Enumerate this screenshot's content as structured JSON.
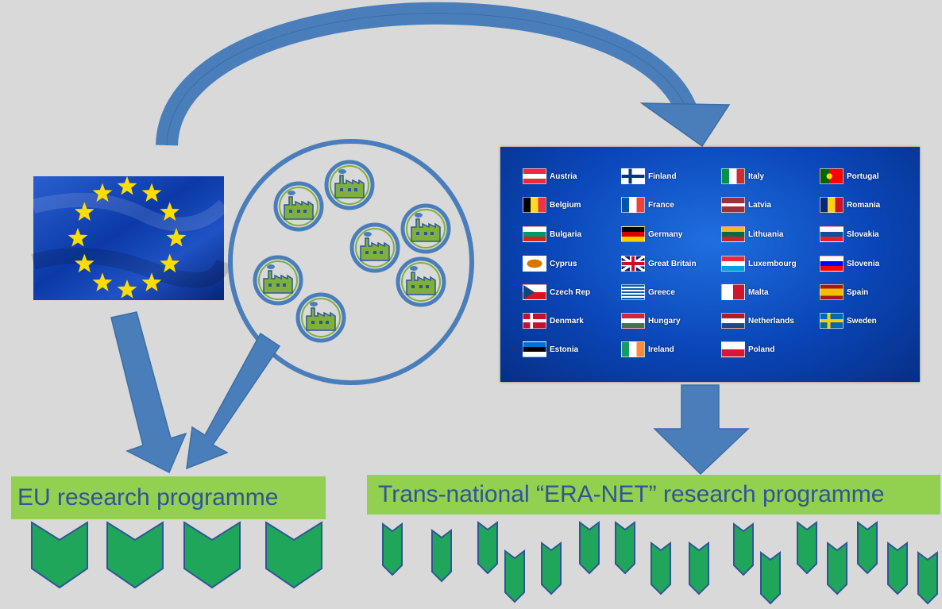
{
  "labels": {
    "eu_programme": "EU research programme",
    "era_net_programme": "Trans-national “ERA-NET” research programme"
  },
  "countries": [
    {
      "name": "Austria",
      "flag": "austria"
    },
    {
      "name": "Belgium",
      "flag": "belgium"
    },
    {
      "name": "Bulgaria",
      "flag": "bulgaria"
    },
    {
      "name": "Cyprus",
      "flag": "cyprus"
    },
    {
      "name": "Czech Rep",
      "flag": "czech"
    },
    {
      "name": "Denmark",
      "flag": "denmark"
    },
    {
      "name": "Estonia",
      "flag": "estonia"
    },
    {
      "name": "Finland",
      "flag": "finland"
    },
    {
      "name": "France",
      "flag": "france"
    },
    {
      "name": "Germany",
      "flag": "germany"
    },
    {
      "name": "Great Britain",
      "flag": "gb"
    },
    {
      "name": "Greece",
      "flag": "greece"
    },
    {
      "name": "Hungary",
      "flag": "hungary"
    },
    {
      "name": "Ireland",
      "flag": "ireland"
    },
    {
      "name": "Italy",
      "flag": "italy"
    },
    {
      "name": "Latvia",
      "flag": "latvia"
    },
    {
      "name": "Lithuania",
      "flag": "lithuania"
    },
    {
      "name": "Luxembourg",
      "flag": "luxembourg"
    },
    {
      "name": "Malta",
      "flag": "malta"
    },
    {
      "name": "Netherlands",
      "flag": "netherlands"
    },
    {
      "name": "Poland",
      "flag": "poland"
    },
    {
      "name": "Portugal",
      "flag": "portugal"
    },
    {
      "name": "Romania",
      "flag": "romania"
    },
    {
      "name": "Slovakia",
      "flag": "slovakia"
    },
    {
      "name": "Slovenia",
      "flag": "slovenia"
    },
    {
      "name": "Spain",
      "flag": "spain"
    },
    {
      "name": "Sweden",
      "flag": "sweden"
    }
  ],
  "colors": {
    "background": "#d9d9d9",
    "arrow_blue": "#4a7ebb",
    "arrow_outline": "#3a6ea5",
    "label_green": "#92d050",
    "label_text": "#2e5596",
    "chevron_green": "#1fa65a",
    "chevron_outline": "#2f5597",
    "eu_flag_blue": "#0b3aa8",
    "eu_star": "#ffdd00",
    "factory_green": "#7fb03c"
  },
  "icons": {
    "eu_flag": "eu-flag-icon",
    "factory": "factory-icon",
    "chevron": "chevron-down-icon"
  }
}
